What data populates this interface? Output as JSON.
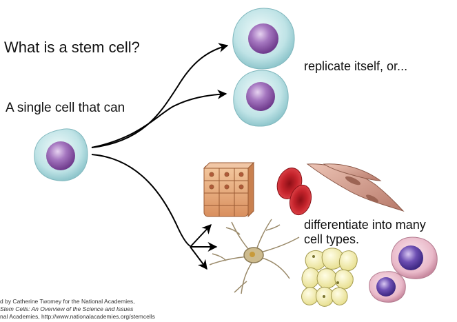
{
  "question": "What is a stem cell?",
  "intro": "A single cell that can",
  "outcome_replicate": "replicate itself, or...",
  "outcome_differentiate_line1": "differentiate into many",
  "outcome_differentiate_line2": "cell types.",
  "credit": {
    "line1": "d by Catherine Twomey for the National Academies,",
    "line2": "Stem Cells: An Overview of the Science and Issues",
    "line3": "nal Academies, http://www.nationalacademies.org/stemcells"
  },
  "colors": {
    "cell_body": "#bfe3e6",
    "nucleus": "#8a4fa3",
    "red_blood_cell": "#c4232b",
    "muscle_cell": "#d8a090",
    "neuron": "#c8b89a",
    "fat_cell": "#eee8a0",
    "white_blood_cell": "#e9b9c9",
    "epithelial": "#e8a878"
  }
}
